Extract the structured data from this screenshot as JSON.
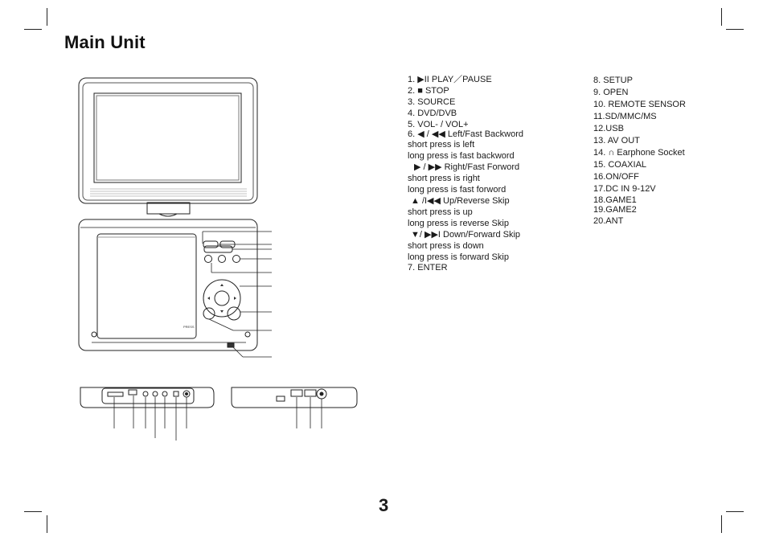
{
  "page": {
    "title": "Main Unit",
    "page_number": "3"
  },
  "legend_left": [
    {
      "glyph": "1. ▶II",
      "text": "PLAY／PAUSE"
    },
    {
      "glyph": "2. ■",
      "text": "STOP"
    },
    {
      "glyph": "",
      "text": "3. SOURCE"
    },
    {
      "glyph": "",
      "text": "4. DVD/DVB"
    },
    {
      "glyph": "",
      "text": "5. VOL- / VOL+"
    },
    {
      "glyph": "6. ◀ / ◀◀",
      "text": "Left/Fast Backword"
    },
    {
      "glyph": "",
      "text": "short press is left"
    },
    {
      "glyph": "",
      "text": "long press is fast backword"
    },
    {
      "glyph": "▶ / ▶▶",
      "text": "Right/Fast Forword"
    },
    {
      "glyph": "",
      "text": "short press is right"
    },
    {
      "glyph": "",
      "text": "long press is fast forword"
    },
    {
      "glyph": "▲ /I◀◀",
      "text": "Up/Reverse Skip"
    },
    {
      "glyph": "",
      "text": "short press is up"
    },
    {
      "glyph": "",
      "text": "long press is reverse Skip"
    },
    {
      "glyph": "▼/ ▶▶I",
      "text": "Down/Forward Skip"
    },
    {
      "glyph": "",
      "text": "short press is down"
    },
    {
      "glyph": "",
      "text": "long press is forward Skip"
    },
    {
      "glyph": "",
      "text": "7. ENTER"
    }
  ],
  "legend_right": [
    "8. SETUP",
    "9. OPEN",
    "10. REMOTE SENSOR",
    "11.SD/MMC/MS",
    "12.USB",
    "13. AV OUT",
    "14. ∩ Earphone Socket",
    "15. COAXIAL",
    "16.ON/OFF",
    "17.DC IN 9-12V",
    "18.GAME1",
    "19.GAME2",
    "20.ANT"
  ],
  "device": {
    "panel_label": "PRESS"
  }
}
